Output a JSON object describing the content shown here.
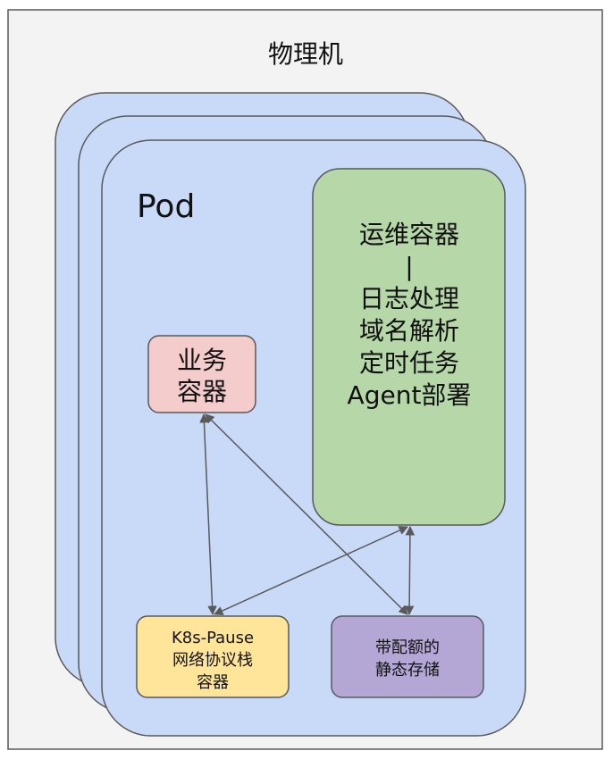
{
  "physical_machine": {
    "label": "物理机"
  },
  "pod": {
    "label": "Pod"
  },
  "business_container": {
    "lines": [
      "业务",
      "容器"
    ]
  },
  "ops_container": {
    "lines": [
      "运维容器",
      "|",
      "日志处理",
      "域名解析",
      "定时任务",
      "Agent部署"
    ]
  },
  "pause_container": {
    "lines": [
      "K8s-Pause",
      "网络协议栈",
      "容器"
    ]
  },
  "storage": {
    "lines": [
      "带配额的",
      "静态存储"
    ]
  },
  "colors": {
    "background": "#ffffff",
    "physical_fill": "#f3f3f3",
    "pod_fill": "#c9daf8",
    "business_fill": "#f4cccc",
    "ops_fill": "#b6d7a8",
    "pause_fill": "#ffe599",
    "storage_fill": "#b4a7d6",
    "stroke": "#595959"
  }
}
